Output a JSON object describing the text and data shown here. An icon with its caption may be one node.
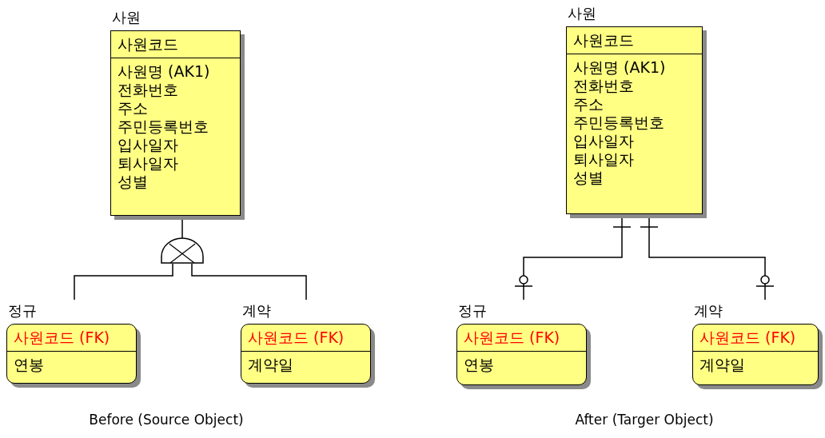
{
  "diagram": {
    "nodes": [
      {
        "text": [
          "사원",
          "사원코드",
          "사원명 (AK1)",
          "전화번호",
          "주소",
          "주민등록번호",
          "입사일자",
          "퇴사일자",
          "성별"
        ]
      },
      {
        "text": [],
        "shape": "semicircle"
      },
      {
        "text": [
          "정규",
          "사원코드 (FK)",
          "연봉"
        ]
      },
      {
        "text": [
          "계약",
          "사원코드 (FK)",
          "계약일"
        ]
      },
      {
        "text": [
          "사원",
          "사원코드",
          "사원명 (AK1)",
          "전화번호",
          "주소",
          "주민등록번호",
          "입사일자",
          "퇴사일자",
          "성별"
        ]
      },
      {
        "text": [
          "정규",
          "사원코드 (FK)",
          "연봉"
        ]
      },
      {
        "text": [
          "계약",
          "사원코드 (FK)",
          "계약일"
        ]
      }
    ],
    "edges": [
      {
        "from": 0,
        "to": 1,
        "arrow": "none"
      },
      {
        "from": 1,
        "to": 2,
        "arrow": "none"
      },
      {
        "from": 1,
        "to": 3,
        "arrow": "none"
      },
      {
        "from": 4,
        "to": 5,
        "arrow": "other"
      },
      {
        "from": 4,
        "to": 6,
        "arrow": "other"
      }
    ],
    "labels": [
      "Before (Source Object)",
      "After (Targer Object)"
    ]
  }
}
